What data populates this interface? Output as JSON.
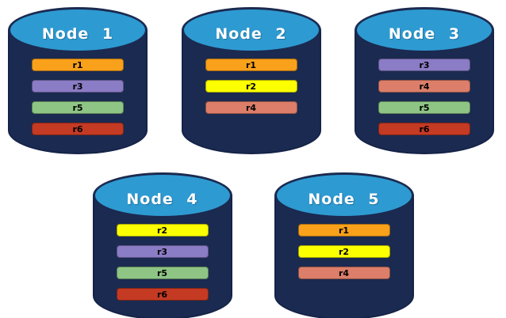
{
  "diagram": {
    "type": "database-replica-distribution",
    "background_color": "#ffffff",
    "cylinder_colors": {
      "body": "#1B2A50",
      "body_border": "#152348",
      "top_ellipse": "#2E9AD2",
      "label_text": "#ffffff"
    },
    "replica_colors": {
      "r1": "#F9A11B",
      "r2": "#FBFF00",
      "r3": "#8B7CC6",
      "r4": "#DC7E69",
      "r5": "#8EC584",
      "r6": "#C43A23"
    },
    "replica_text_color": "#000000",
    "rows": [
      [
        0,
        1,
        2
      ],
      [
        3,
        4
      ]
    ],
    "nodes": [
      {
        "label": "Node 1",
        "replicas": [
          "r1",
          "r3",
          "r5",
          "r6"
        ]
      },
      {
        "label": "Node 2",
        "replicas": [
          "r1",
          "r2",
          "r4"
        ]
      },
      {
        "label": "Node 3",
        "replicas": [
          "r3",
          "r4",
          "r5",
          "r6"
        ]
      },
      {
        "label": "Node 4",
        "replicas": [
          "r2",
          "r3",
          "r5",
          "r6"
        ]
      },
      {
        "label": "Node 5",
        "replicas": [
          "r1",
          "r2",
          "r4"
        ]
      }
    ]
  }
}
